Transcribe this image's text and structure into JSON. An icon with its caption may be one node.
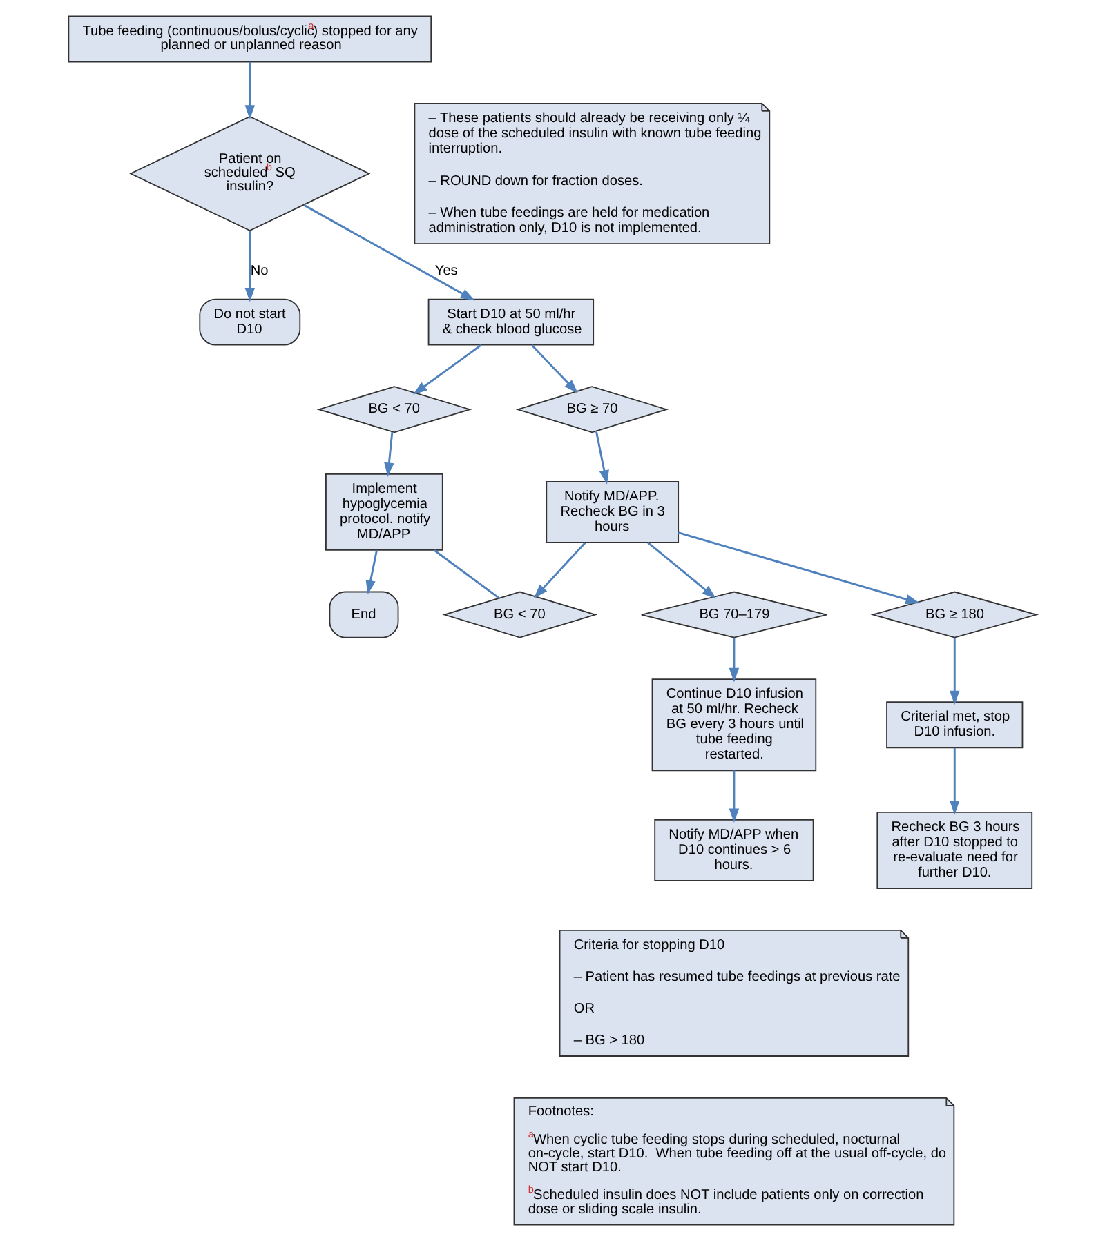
{
  "diagram": {
    "nodes": [
      {
        "text": [
          "Tube feeding (continuous/bolus/cyclic$^{a}$) stopped for any planned or unplanned reason"
        ]
      },
      {
        "text": [
          "– These patients should already be receiving only ¼ dose of the scheduled insulin with known tube feeding interruption.",
          "– ROUND down for fraction doses.",
          "– When tube feedings are held for medication administration only, D10 is not implemented."
        ]
      },
      {
        "text": [
          "Patient on scheduled$^{b}$ SQ insulin?"
        ]
      },
      {
        "text": [
          "Do not start D10"
        ]
      },
      {
        "text": [
          "Start D10 at 50 ml/hr & check blood glucose"
        ]
      },
      {
        "text": [
          "BG < 70"
        ]
      },
      {
        "text": [
          "BG ≥ 70"
        ]
      },
      {
        "text": [
          "Implement hypoglycemia protocol. notify MD/APP"
        ]
      },
      {
        "text": [
          "Notify MD/APP. Recheck BG in 3 hours"
        ]
      },
      {
        "text": [
          "End"
        ]
      },
      {
        "text": [
          "BG < 70"
        ]
      },
      {
        "text": [
          "BG 70–179"
        ]
      },
      {
        "text": [
          "BG ≥ 180"
        ]
      },
      {
        "text": [
          "Continue D10 infusion at 50 ml/hr. Recheck BG every 3 hours until tube feeding restarted."
        ]
      },
      {
        "text": [
          "Criterial met, stop D10 infusion."
        ]
      },
      {
        "text": [
          "Notify MD/APP when D10 continues > 6 hours."
        ]
      },
      {
        "text": [
          "Recheck BG 3 hours after D10 stopped to re-evaluate need for further D10."
        ]
      },
      {
        "text": [
          "Criteria for stopping D10",
          "– Patient has resumed tube feedings at previous rate",
          "OR",
          "– BG > 180"
        ]
      },
      {
        "text": [
          "Footnotes:",
          "$^{a}$When cyclic tube feeding stops during scheduled, nocturnal on-cycle, start D10.  When tube feeding off at the usual off-cycle, do NOT start D10.",
          "$^{b}$Scheduled insulin does NOT include patients only on correction dose or sliding scale insulin."
        ]
      }
    ],
    "edges": [
      {
        "from": 0,
        "to": 2,
        "arrow": "to"
      },
      {
        "from": 2,
        "to": 3,
        "arrow": "to",
        "label": "No"
      },
      {
        "from": 2,
        "to": 4,
        "arrow": "to",
        "label": "Yes"
      },
      {
        "from": 4,
        "to": 5,
        "arrow": "to"
      },
      {
        "from": 4,
        "to": 6,
        "arrow": "to"
      },
      {
        "from": 5,
        "to": 7,
        "arrow": "to"
      },
      {
        "from": 7,
        "to": 9,
        "arrow": "to"
      },
      {
        "from": 6,
        "to": 8,
        "arrow": "to"
      },
      {
        "from": 8,
        "to": 10,
        "arrow": "to"
      },
      {
        "from": 8,
        "to": 11,
        "arrow": "to"
      },
      {
        "from": 8,
        "to": 12,
        "arrow": "to"
      },
      {
        "from": 10,
        "to": 7,
        "arrow": "none"
      },
      {
        "from": 11,
        "to": 13,
        "arrow": "to"
      },
      {
        "from": 12,
        "to": 14,
        "arrow": "to"
      },
      {
        "from": 13,
        "to": 15,
        "arrow": "to"
      },
      {
        "from": 14,
        "to": 16,
        "arrow": "to"
      }
    ]
  }
}
